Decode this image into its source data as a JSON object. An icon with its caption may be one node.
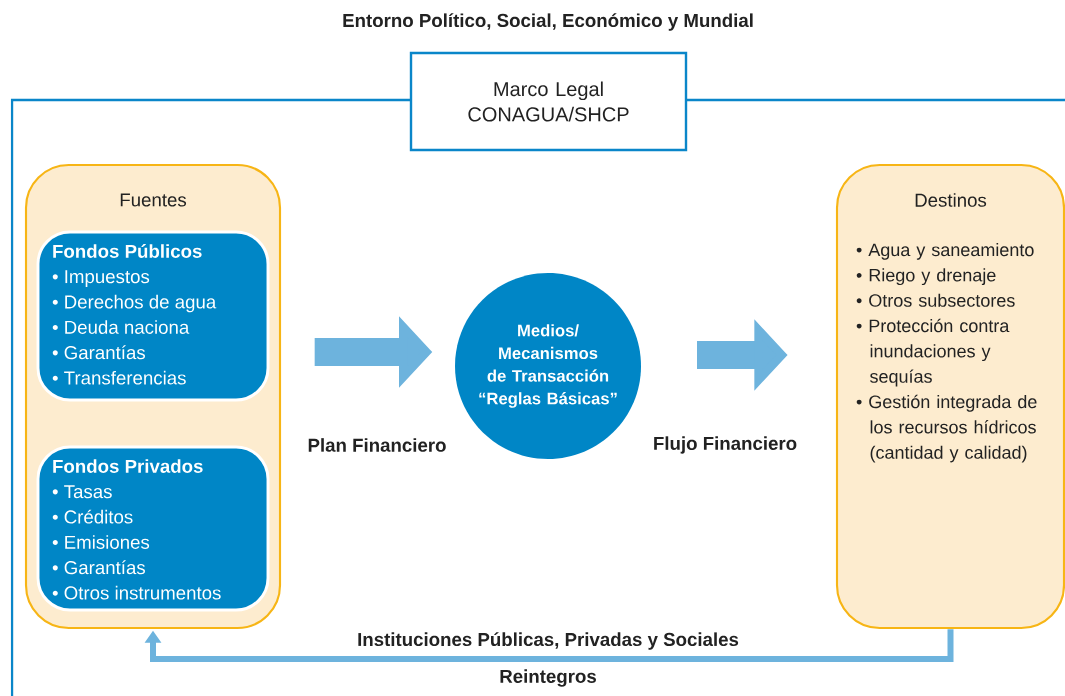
{
  "diagram": {
    "title": "Entorno Político, Social, Económico y Mundial",
    "nodes": [
      {
        "text": [
          "Marco Legal CONAGUA/SHCP"
        ]
      },
      {
        "text": [
          "Fuentes"
        ]
      },
      {
        "text": [
          "Fondos Públicos",
          "• Impuestos",
          "• Derechos de agua",
          "• Deuda naciona",
          "• Garantías",
          "• Transferencias"
        ],
        "in": 1
      },
      {
        "text": [
          "Fondos Privados",
          "• Tasas",
          "• Créditos",
          "• Emisiones",
          "• Garantías",
          "• Otros instrumentos"
        ],
        "in": 1
      },
      {
        "text": [
          "Medios/ Mecanismos de Transacción “Reglas Básicas”"
        ]
      },
      {
        "text": [
          "Destinos",
          "• Agua y saneamiento",
          "• Riego y drenaje",
          "• Otros subsectores",
          "• Protección contra inundaciones y sequías",
          "• Gestión integrada de los recursos hídricos (cantidad y calidad)"
        ]
      }
    ],
    "edges": [
      {
        "from": 1,
        "to": 4,
        "arrow": "to",
        "label": "Plan Financiero"
      },
      {
        "from": 4,
        "to": 5,
        "arrow": "to",
        "label": "Flujo Financiero"
      },
      {
        "from": 5,
        "to": 1,
        "arrow": "to",
        "label": "Reintegros"
      }
    ],
    "labels": [
      "Instituciones Públicas, Privadas y Sociales"
    ]
  }
}
